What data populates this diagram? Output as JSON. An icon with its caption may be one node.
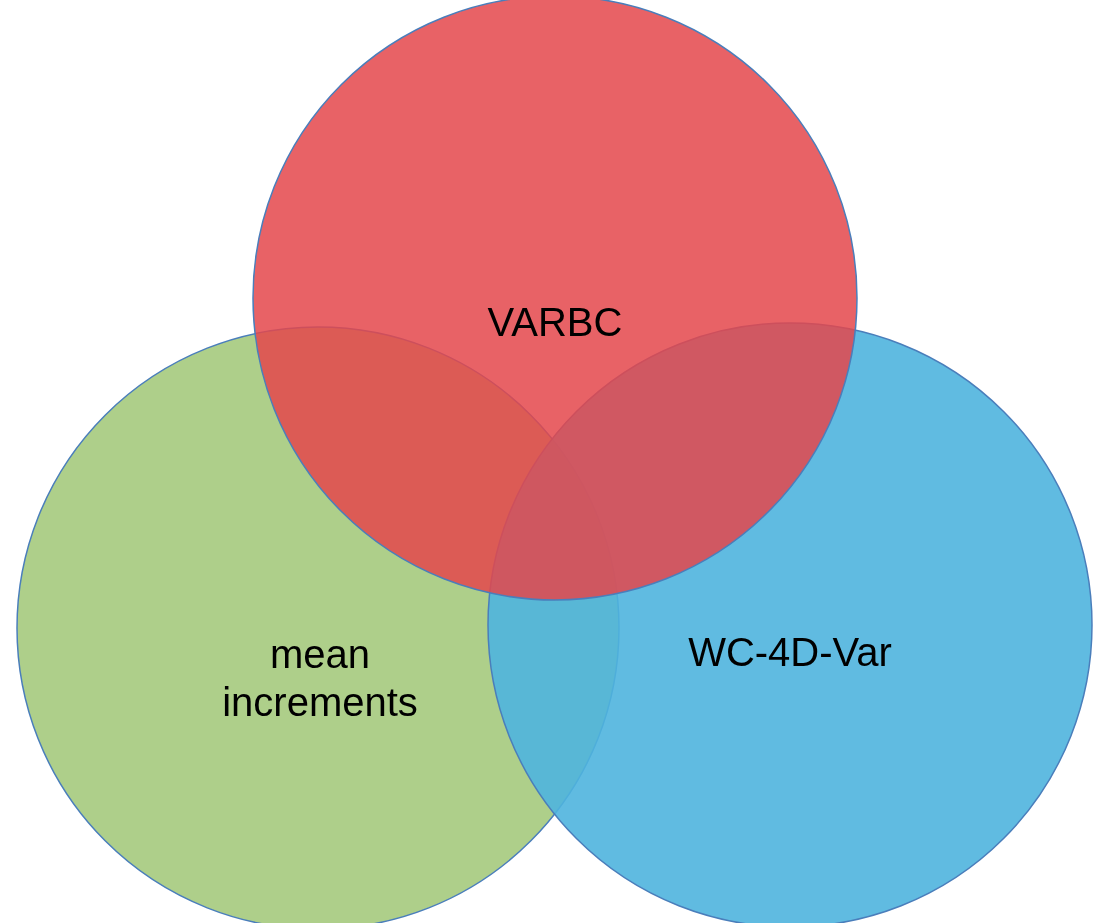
{
  "diagram": {
    "nodes": [
      {
        "text": [
          "VARBC"
        ]
      },
      {
        "text": [
          "mean increments"
        ]
      },
      {
        "text": [
          "WC-4D-Var"
        ]
      }
    ]
  }
}
